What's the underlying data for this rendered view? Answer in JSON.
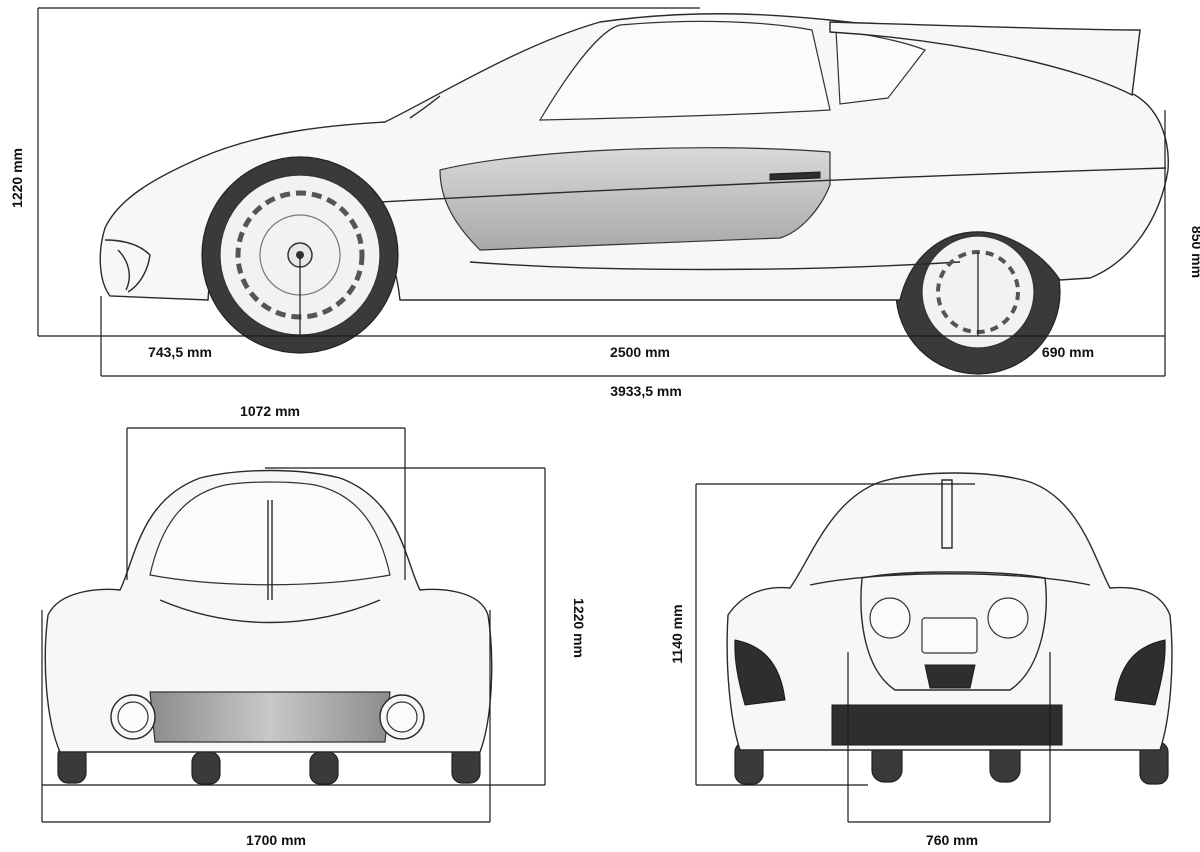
{
  "side_view": {
    "height_label": "1220 mm",
    "rear_height_label": "850 mm",
    "front_overhang_label": "743,5 mm",
    "wheelbase_label": "2500 mm",
    "rear_overhang_label": "690 mm",
    "total_length_label": "3933,5 mm"
  },
  "front_view": {
    "track_label": "1072  mm",
    "height_label": "1220  mm",
    "width_label": "1700  mm"
  },
  "rear_view": {
    "height_label": "1140  mm",
    "track_label": "760  mm"
  }
}
